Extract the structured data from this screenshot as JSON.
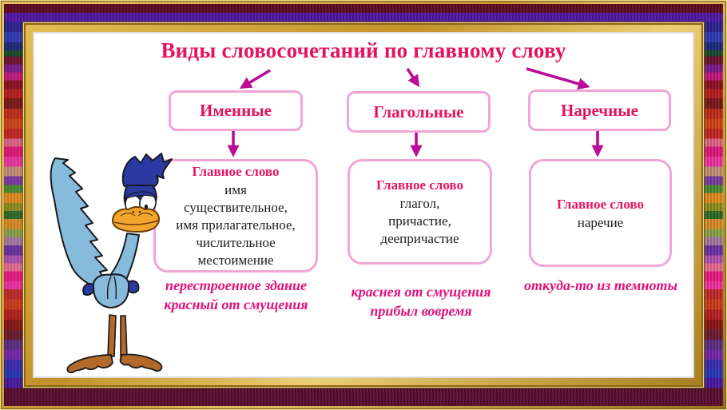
{
  "title": "Виды словосочетаний по главному слову",
  "categories": [
    {
      "label": "Именные"
    },
    {
      "label": "Глагольные"
    },
    {
      "label": "Наречные"
    }
  ],
  "details": [
    {
      "header": "Главное слово",
      "lines": [
        "имя",
        "существительное,",
        "имя прилагательное,",
        "числительное",
        "местоимение"
      ]
    },
    {
      "header": "Главное слово",
      "lines": [
        "глагол,",
        "причастие,",
        "деепричастие"
      ]
    },
    {
      "header": "Главное слово",
      "lines": [
        "наречие"
      ]
    }
  ],
  "examples": [
    {
      "lines": [
        "перестроенное здание",
        "красный от смущения"
      ]
    },
    {
      "lines": [
        "краснея от смущения",
        "прибыл вовремя"
      ]
    },
    {
      "lines": [
        "откуда-то из темноты"
      ]
    }
  ],
  "icons": {
    "character": "road-runner-cartoon-bird"
  },
  "colors": {
    "heading_pink": "#e5135f",
    "example_magenta": "#e0117c",
    "arrow_magenta": "#ba0c96",
    "box_border_pink": "#f0a6d8",
    "body_text": "#1c1c1c",
    "frame_gold": "#c2952d",
    "bird_light_blue": "#86bbdb",
    "bird_navy": "#2b3aa3",
    "bird_beak_orange": "#f2a62e",
    "bird_leg_brown": "#b2692a"
  }
}
